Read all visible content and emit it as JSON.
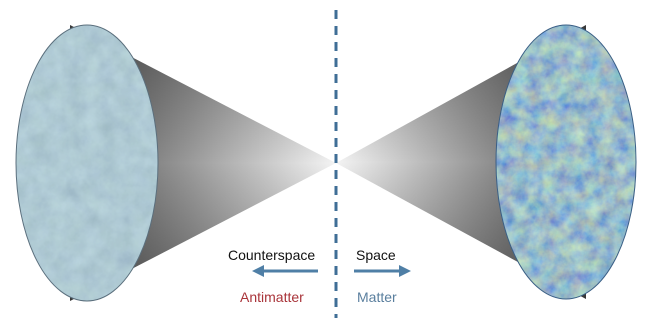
{
  "labels": {
    "counterspace": "Counterspace",
    "space": "Space",
    "antimatter": "Antimatter",
    "matter": "Matter"
  },
  "colors": {
    "label_text": "#111111",
    "antimatter": "#a9343a",
    "matter": "#5a7f9e",
    "arrow": "#4f7fa6",
    "divider": "#3f6e96",
    "cone_dark": "#4a4a4a",
    "cone_light": "#f2f2f2"
  },
  "icons": {
    "left_arrow": "arrow-left-icon",
    "right_arrow": "arrow-right-icon"
  }
}
